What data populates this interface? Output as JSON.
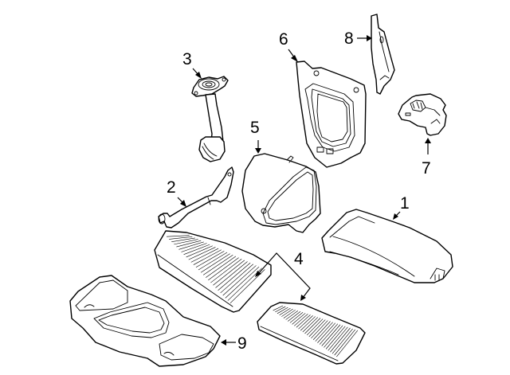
{
  "diagram": {
    "callouts": [
      {
        "id": "1",
        "label": "1",
        "part": "air-filter-housing-cover"
      },
      {
        "id": "2",
        "label": "2",
        "part": "drain-tube"
      },
      {
        "id": "3",
        "label": "3",
        "part": "intake-duct"
      },
      {
        "id": "4",
        "label": "4",
        "part": "cabin-air-filter"
      },
      {
        "id": "5",
        "label": "5",
        "part": "air-inlet-duct"
      },
      {
        "id": "6",
        "label": "6",
        "part": "inlet-bracket"
      },
      {
        "id": "7",
        "label": "7",
        "part": "mounting-bracket"
      },
      {
        "id": "8",
        "label": "8",
        "part": "support-bracket"
      },
      {
        "id": "9",
        "label": "9",
        "part": "filter-tray"
      }
    ],
    "line_color": "#000000",
    "background": "#ffffff"
  }
}
